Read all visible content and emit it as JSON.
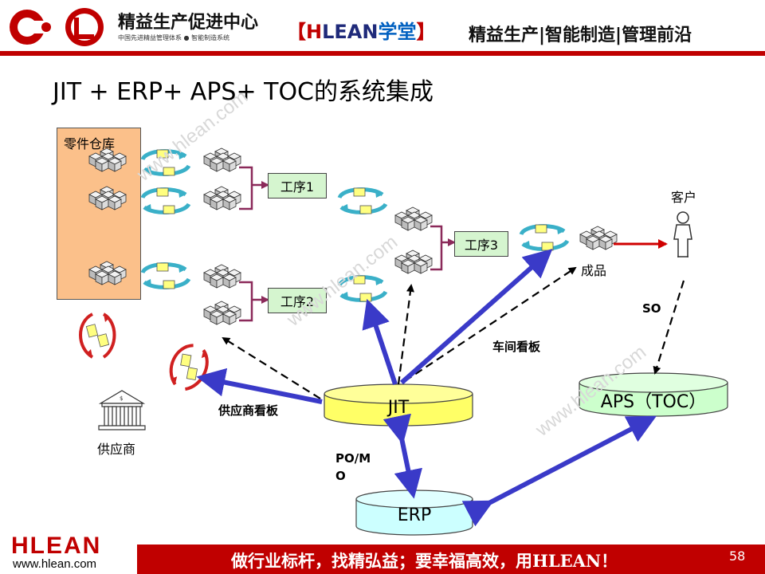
{
  "header": {
    "brand_name": "精益生产促进中心",
    "brand_sub": "中国先进精益管理体系 ● 智能制造系统",
    "hlean_tag": {
      "left_bracket": "【",
      "h": "H",
      "lean": "LEAN",
      "xuetang": "学堂",
      "right_bracket": "】"
    },
    "slogan": "精益生产|智能制造|管理前沿"
  },
  "title": "JIT +   ERP+ APS+ TOC的系统集成",
  "diagram": {
    "warehouse_label": "零件仓库",
    "processes": [
      "工序1",
      "工序2",
      "工序3"
    ],
    "finished_goods": "成品",
    "customer": "客户",
    "supplier": "供应商",
    "supplier_kanban": "供应商看板",
    "workshop_kanban": "车间看板",
    "so_label": "SO",
    "po_mo_line1": "PO/M",
    "po_mo_line2": "O",
    "databases": {
      "jit": "JIT",
      "erp": "ERP",
      "aps": "APS（TOC）"
    }
  },
  "watermark": "www.hlean.com",
  "footer": {
    "logo": "HLEAN",
    "url": "www.hlean.com",
    "slogan": "做行业标杆，找精弘益；要幸福高效，用HLEAN！",
    "page_number": "58"
  },
  "colors": {
    "brand_red": "#c00000",
    "arrow_blue": "#3a3ac8",
    "kanban_cycle_teal": "#3ab0c8",
    "supplier_cycle_red": "#d02020",
    "warehouse_orange": "#fbc08a",
    "process_green": "#d5f5cf",
    "jit_yellow": "#ffff66",
    "aps_green": "#ccffcc",
    "erp_cyan": "#ccffff",
    "bracket_purple": "#8b2a5a"
  }
}
